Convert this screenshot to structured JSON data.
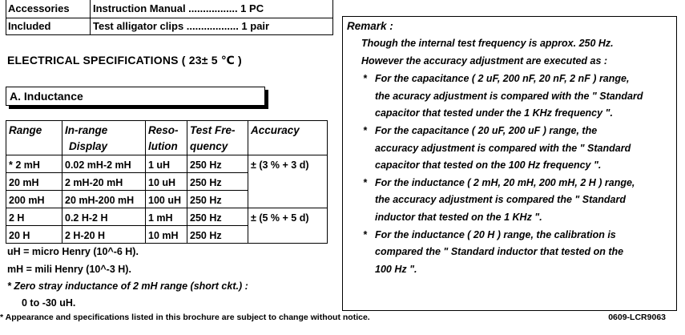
{
  "accessories": {
    "label_line1": "Accessories",
    "label_line2": "Included",
    "item1": "Instruction Manual ................. 1 PC",
    "item2": "Test alligator clips .................. 1 pair"
  },
  "spec_title": "ELECTRICAL SPECIFICATIONS ( 23± 5 ℃ )",
  "section_a": "A. Inductance",
  "table": {
    "headers": {
      "range": "Range",
      "display_1": "In-range",
      "display_2": "Display",
      "res_1": "Reso-",
      "res_2": "lution",
      "freq_1": "Test Fre-",
      "freq_2": "quency",
      "accuracy": "Accuracy"
    },
    "rows": [
      {
        "range": "* 2 mH",
        "display": "0.02 mH-2 mH",
        "resolution": "1 uH",
        "frequency": "250 Hz"
      },
      {
        "range": "20 mH",
        "display": "2 mH-20 mH",
        "resolution": "10 uH",
        "frequency": "250 Hz"
      },
      {
        "range": "200 mH",
        "display": "20 mH-200 mH",
        "resolution": "100 uH",
        "frequency": "250 Hz"
      },
      {
        "range": "2 H",
        "display": "0.2 H-2 H",
        "resolution": "1 mH",
        "frequency": "250 Hz"
      },
      {
        "range": "20 H",
        "display": "2 H-20 H",
        "resolution": "10 mH",
        "frequency": "250 Hz"
      }
    ],
    "accuracy_1": "± (3 % + 3 d)",
    "accuracy_2": "± (5 %  + 5 d)"
  },
  "notes": {
    "uh": "uH = micro Henry (10^-6 H).",
    "mh": "mH = mili Henry (10^-3 H).",
    "stray_1": "* Zero stray inductance of 2 mH range (short ckt.) :",
    "stray_2": "0 to -30 uH."
  },
  "remark": {
    "title": "Remark :",
    "lines": [
      "Though the internal test frequency is approx. 250 Hz.",
      "However the accuracy adjustment are executed as :",
      "For the capacitance ( 2 uF, 200 nF, 20 nF, 2 nF ) range,",
      "the acuracy adjustment is compared with the \" Standard",
      "capacitor  that tested under the 1 KHz frequency \".",
      "For the capacitance ( 20 uF,  200 uF ) range, the",
      "accuracy adjustment is compared with the \" Standard",
      "capacitor that tested on the 100 Hz frequency \".",
      "For the inductance ( 2 mH, 20 mH, 200 mH, 2 H ) range,",
      "the accuracy adjustment is compared the \" Standard",
      "inductor that tested on the 1 KHz \".",
      "For the inductance ( 20 H ) range, the calibration is",
      "compared the \" Standard inductor that tested on the",
      "100 Hz \"."
    ],
    "bullet": "*"
  },
  "footer": "* Appearance and specifications listed in this brochure are subject to change without notice.",
  "doc_code": "0609-LCR9063"
}
